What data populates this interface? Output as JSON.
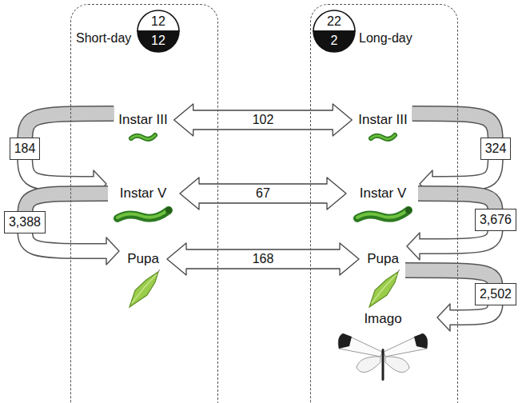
{
  "diagram": {
    "nodes": [
      {
        "text": [
          "Short-day"
        ]
      },
      {
        "text": [
          "12",
          "12"
        ],
        "in": 0
      },
      {
        "text": [
          "Instar III"
        ],
        "in": 0
      },
      {
        "text": [
          "Instar V"
        ],
        "in": 0
      },
      {
        "text": [
          "Pupa"
        ],
        "in": 0
      },
      {
        "text": [
          "Long-day"
        ]
      },
      {
        "text": [
          "22",
          "2"
        ],
        "in": 5
      },
      {
        "text": [
          "Instar III"
        ],
        "in": 5
      },
      {
        "text": [
          "Instar V"
        ],
        "in": 5
      },
      {
        "text": [
          "Pupa"
        ],
        "in": 5
      },
      {
        "text": [
          "Imago"
        ],
        "in": 5
      }
    ],
    "edges": [
      {
        "from": 2,
        "to": 3,
        "label": "184",
        "arrow": "to"
      },
      {
        "from": 3,
        "to": 4,
        "label": "3,388",
        "arrow": "to"
      },
      {
        "from": 7,
        "to": 8,
        "label": "324",
        "arrow": "to"
      },
      {
        "from": 8,
        "to": 9,
        "label": "3,676",
        "arrow": "to"
      },
      {
        "from": 9,
        "to": 10,
        "label": "2,502",
        "arrow": "to"
      },
      {
        "from": 2,
        "to": 7,
        "label": "102",
        "arrow": "both"
      },
      {
        "from": 3,
        "to": 8,
        "label": "67",
        "arrow": "both"
      },
      {
        "from": 4,
        "to": 9,
        "label": "168",
        "arrow": "both"
      }
    ]
  }
}
